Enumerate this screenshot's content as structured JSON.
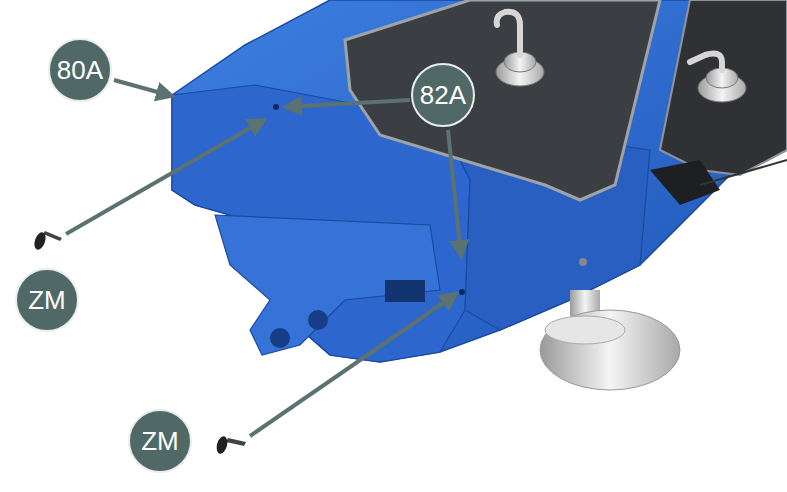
{
  "diagram": {
    "labels": [
      "80A",
      "82A",
      "ZM",
      "ZM"
    ]
  }
}
